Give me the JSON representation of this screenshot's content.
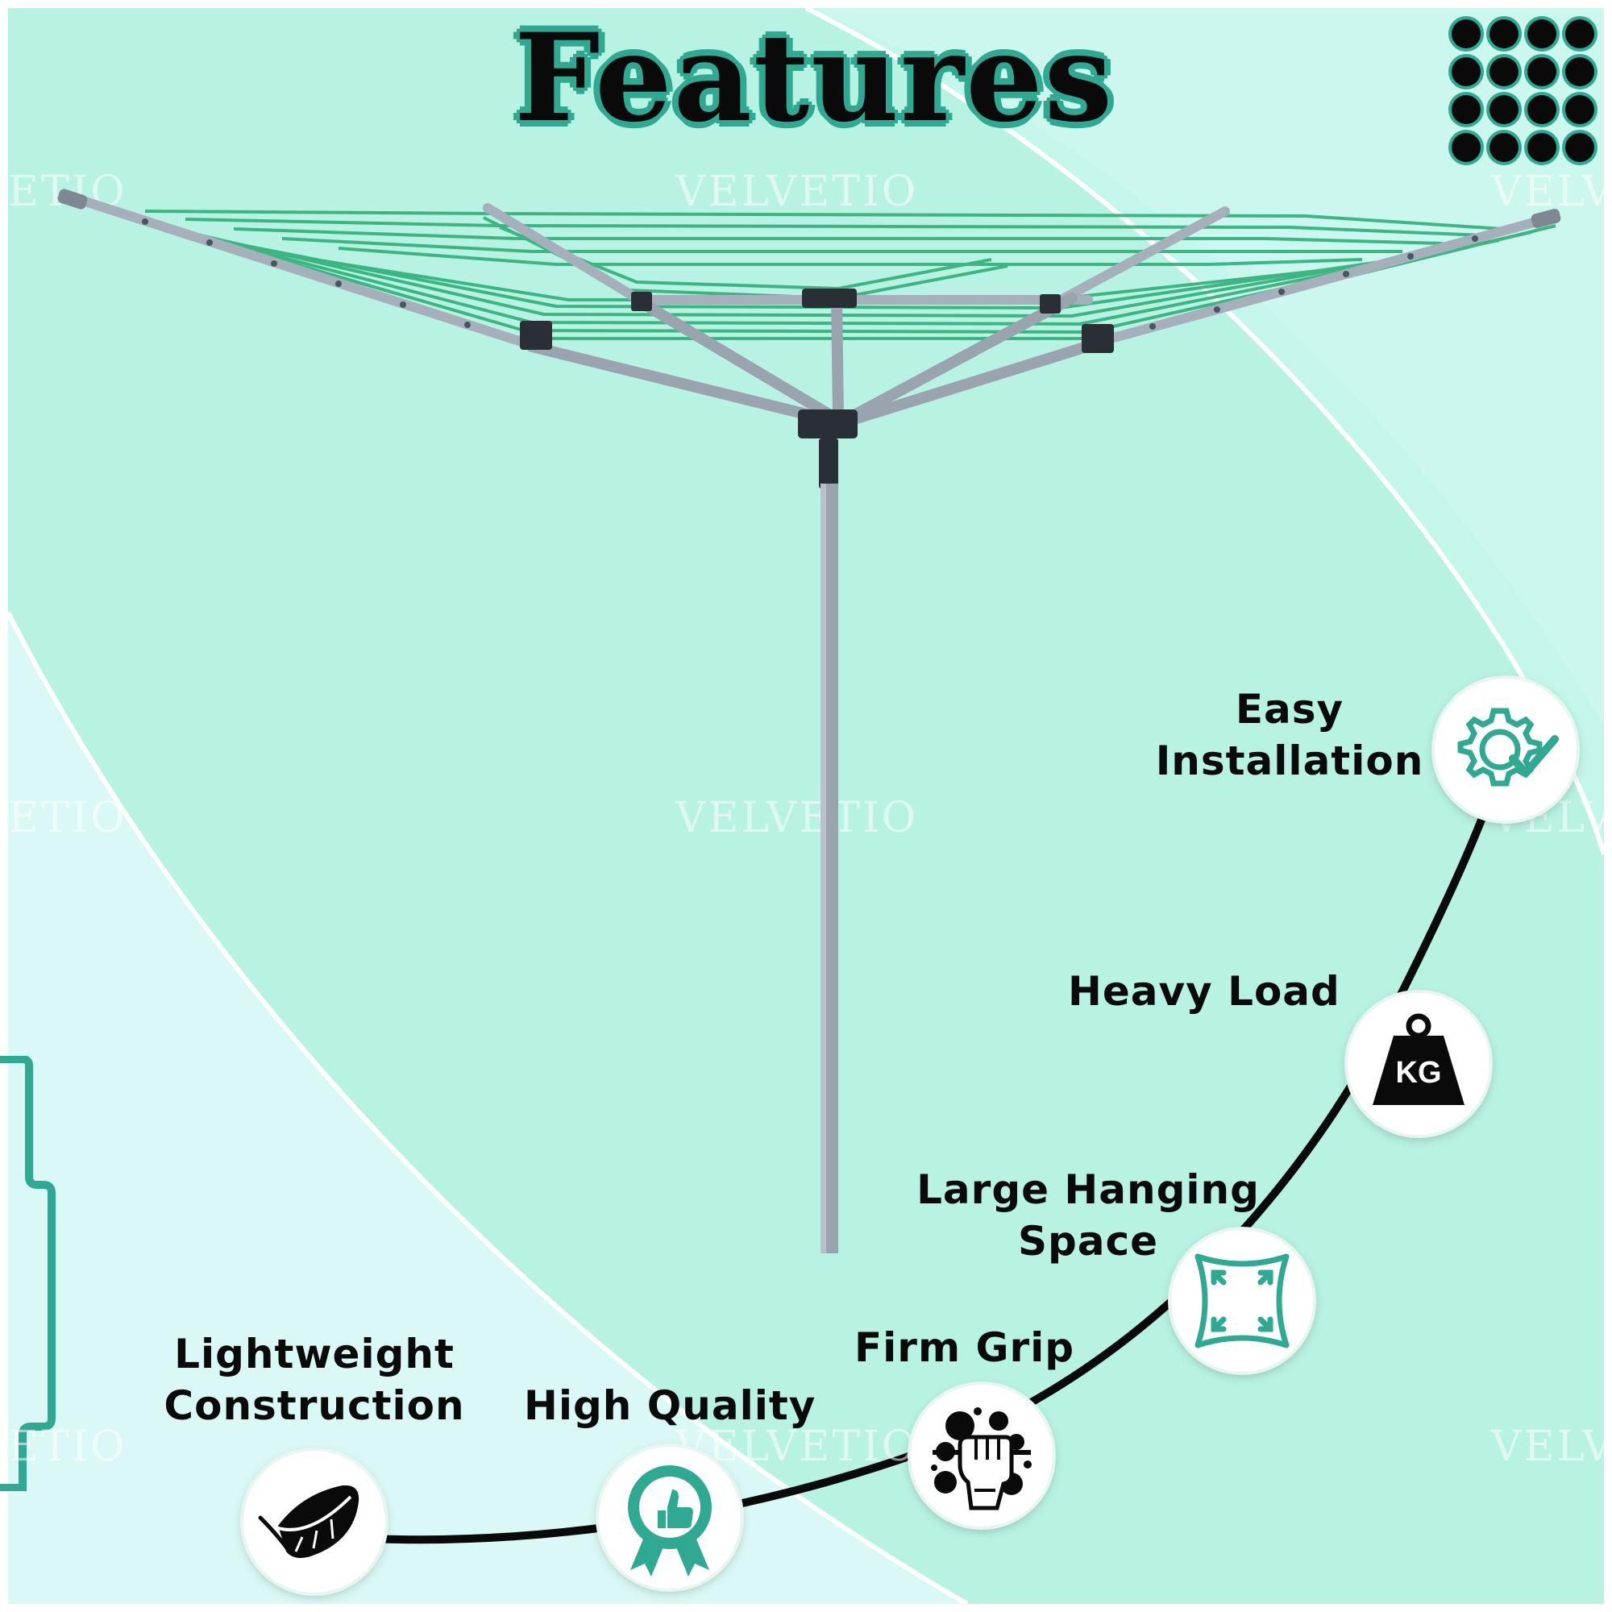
{
  "title": "Features",
  "watermark": "VELVETIO",
  "watermark_partial_left": "ETIO",
  "watermark_partial_right": "VELV",
  "features": [
    {
      "label": "Easy Installation",
      "icon": "gear-check-icon"
    },
    {
      "label": "Heavy Load",
      "icon": "kg-weight-icon",
      "icon_text": "KG"
    },
    {
      "label": "Large Hanging Space",
      "icon": "expand-arrows-icon"
    },
    {
      "label": "Firm Grip",
      "icon": "fist-grip-icon"
    },
    {
      "label": "High Quality",
      "icon": "quality-ribbon-icon"
    },
    {
      "label": "Lightweight Construction",
      "icon": "feather-icon"
    }
  ],
  "colors": {
    "mint": "#b9f3e4",
    "mint_light": "#d7faf5",
    "teal": "#2fa991",
    "line_green": "#35b37e",
    "metal": "#a6b0bb",
    "black": "#0a0a0a"
  },
  "product_image": "rotary-washing-line"
}
